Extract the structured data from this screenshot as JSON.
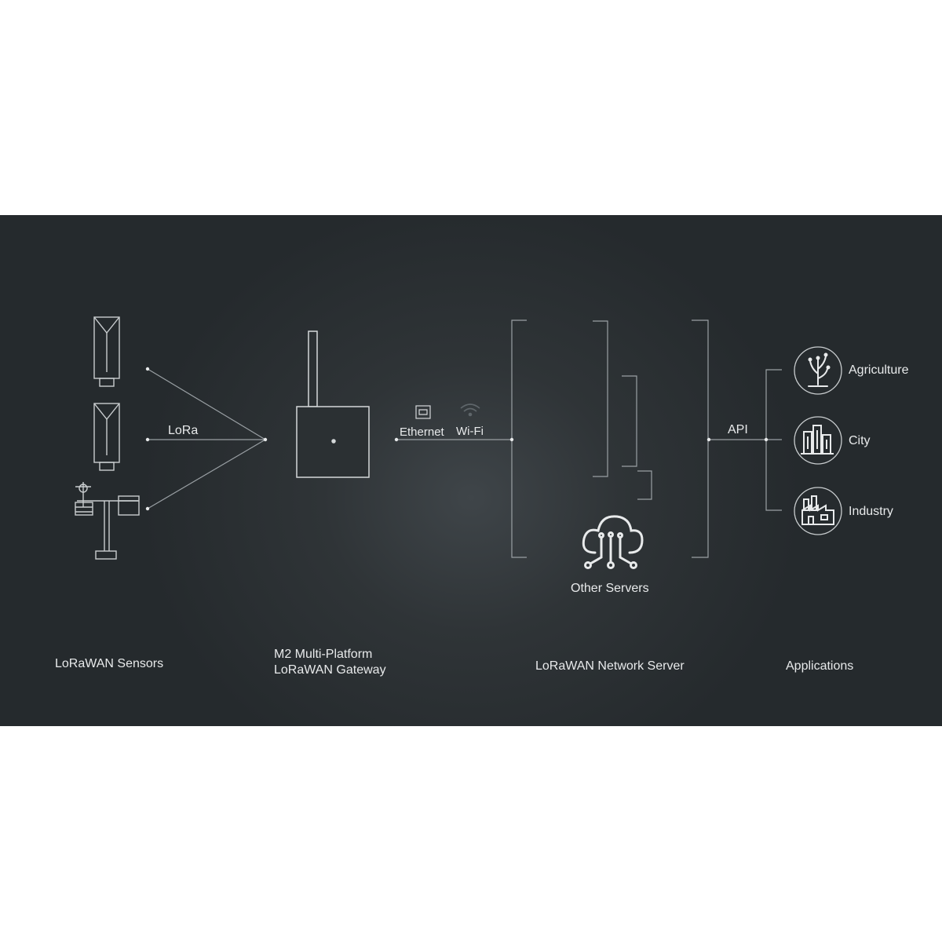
{
  "colors": {
    "background": "#ffffff",
    "panel": "#2b3033",
    "line": "#9aa0a4",
    "text": "#e8eaeb"
  },
  "labels": {
    "lora": "LoRa",
    "ethernet": "Ethernet",
    "wifi": "Wi-Fi",
    "api": "API",
    "other_servers": "Other Servers"
  },
  "applications": [
    {
      "label": "Agriculture",
      "icon": "plant-sprout-icon"
    },
    {
      "label": "City",
      "icon": "city-buildings-icon"
    },
    {
      "label": "Industry",
      "icon": "factory-icon"
    }
  ],
  "sections": {
    "sensors": "LoRaWAN Sensors",
    "gateway_line1": "M2 Multi-Platform",
    "gateway_line2": "LoRaWAN Gateway",
    "network_server": "LoRaWAN Network Server",
    "applications": "Applications"
  },
  "icons": {
    "sensor_1": "lorawan-sensor-icon",
    "sensor_2": "lorawan-sensor-icon",
    "sensor_3": "weather-station-icon",
    "gateway": "gateway-device-icon",
    "ethernet": "ethernet-port-icon",
    "wifi": "wifi-icon",
    "cloud": "cloud-network-icon"
  }
}
